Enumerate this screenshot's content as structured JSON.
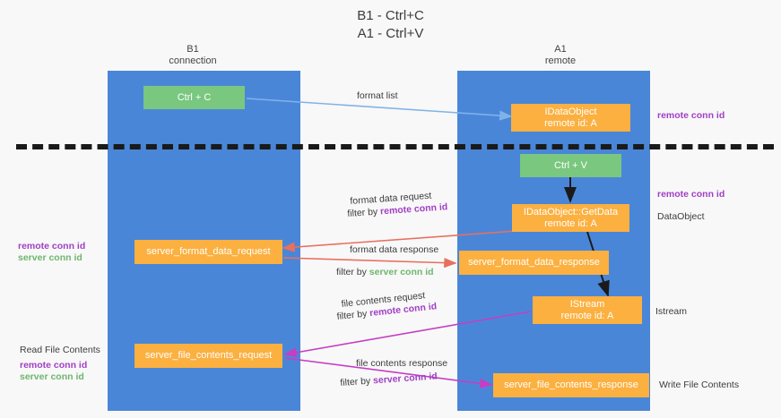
{
  "title": "B1 - Ctrl+C\nA1 - Ctrl+V",
  "colors": {
    "lane": "#4a86d8",
    "node_orange": "#fbb040",
    "node_green": "#7ac77f",
    "remote_conn_id": "#a13fc4",
    "server_conn_id": "#6fb56f",
    "arrow_blue": "#7fb3e8",
    "arrow_red": "#e8705f",
    "arrow_magenta": "#c43fc4",
    "arrow_black": "#1a1a1a",
    "background": "#f8f8f8"
  },
  "lanes": [
    {
      "name": "b1",
      "title": "B1\nconnection"
    },
    {
      "name": "a1",
      "title": "A1\nremote"
    }
  ],
  "nodes": {
    "ctrl_c": {
      "line1": "Ctrl + C",
      "line2": ""
    },
    "ctrl_v": {
      "line1": "Ctrl + V",
      "line2": ""
    },
    "idataobject": {
      "line1": "IDataObject",
      "line2": "remote id: A"
    },
    "getdata": {
      "line1": "IDataObject::GetData",
      "line2": "remote id: A"
    },
    "istream": {
      "line1": "IStream",
      "line2": "remote id: A"
    },
    "server_format_data_request": {
      "line1": "server_format_data_request",
      "line2": ""
    },
    "server_format_data_response": {
      "line1": "server_format_data_response",
      "line2": ""
    },
    "server_file_contents_request": {
      "line1": "server_file_contents_request",
      "line2": ""
    },
    "server_file_contents_response": {
      "line1": "server_file_contents_response",
      "line2": ""
    }
  },
  "edge_labels": {
    "format_list": "format list",
    "format_data_request": "format data request",
    "format_data_request_filter_prefix": "filter by ",
    "format_data_request_filter_key": "remote conn id",
    "format_data_response": "format data response",
    "format_data_response_filter_prefix": "filter by ",
    "format_data_response_filter_key": "server conn id",
    "file_contents_request": "file contents request",
    "file_contents_request_filter_prefix": "filter by ",
    "file_contents_request_filter_key": "remote conn id",
    "file_contents_response": "file contents response",
    "file_contents_response_filter_prefix": "filter by ",
    "file_contents_response_filter_key": "server conn id"
  },
  "side_labels": {
    "left_remote_conn_id": "remote conn id",
    "left_server_conn_id": "server conn id",
    "read_file_contents": "Read File Contents",
    "left2_remote_conn_id": "remote conn id",
    "left2_server_conn_id": "server conn id",
    "right_remote_conn_id_top": "remote conn id",
    "right_remote_conn_id_mid": "remote conn id",
    "data_object": "DataObject",
    "istream": "Istream",
    "write_file_contents": "Write File Contents"
  }
}
